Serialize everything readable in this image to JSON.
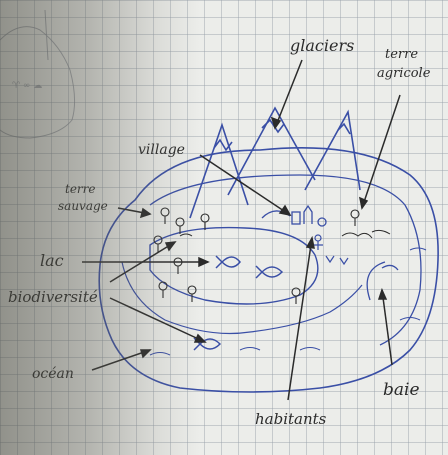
{
  "diagram": {
    "labels": {
      "glaciers": "glaciers",
      "terre_agricole_line1": "terre",
      "terre_agricole_line2": "agricole",
      "village": "village",
      "terre_sauvage_line1": "terre",
      "terre_sauvage_line2": "sauvage",
      "lac": "lac",
      "biodiversite": "biodiversité",
      "ocean": "océan",
      "habitants": "habitants",
      "baie": "baie"
    },
    "colors": {
      "ink_blue": "#3a4fa6",
      "pencil": "#2b2b2b",
      "paper": "#ecedea",
      "grid": "#9aa0aa"
    }
  }
}
